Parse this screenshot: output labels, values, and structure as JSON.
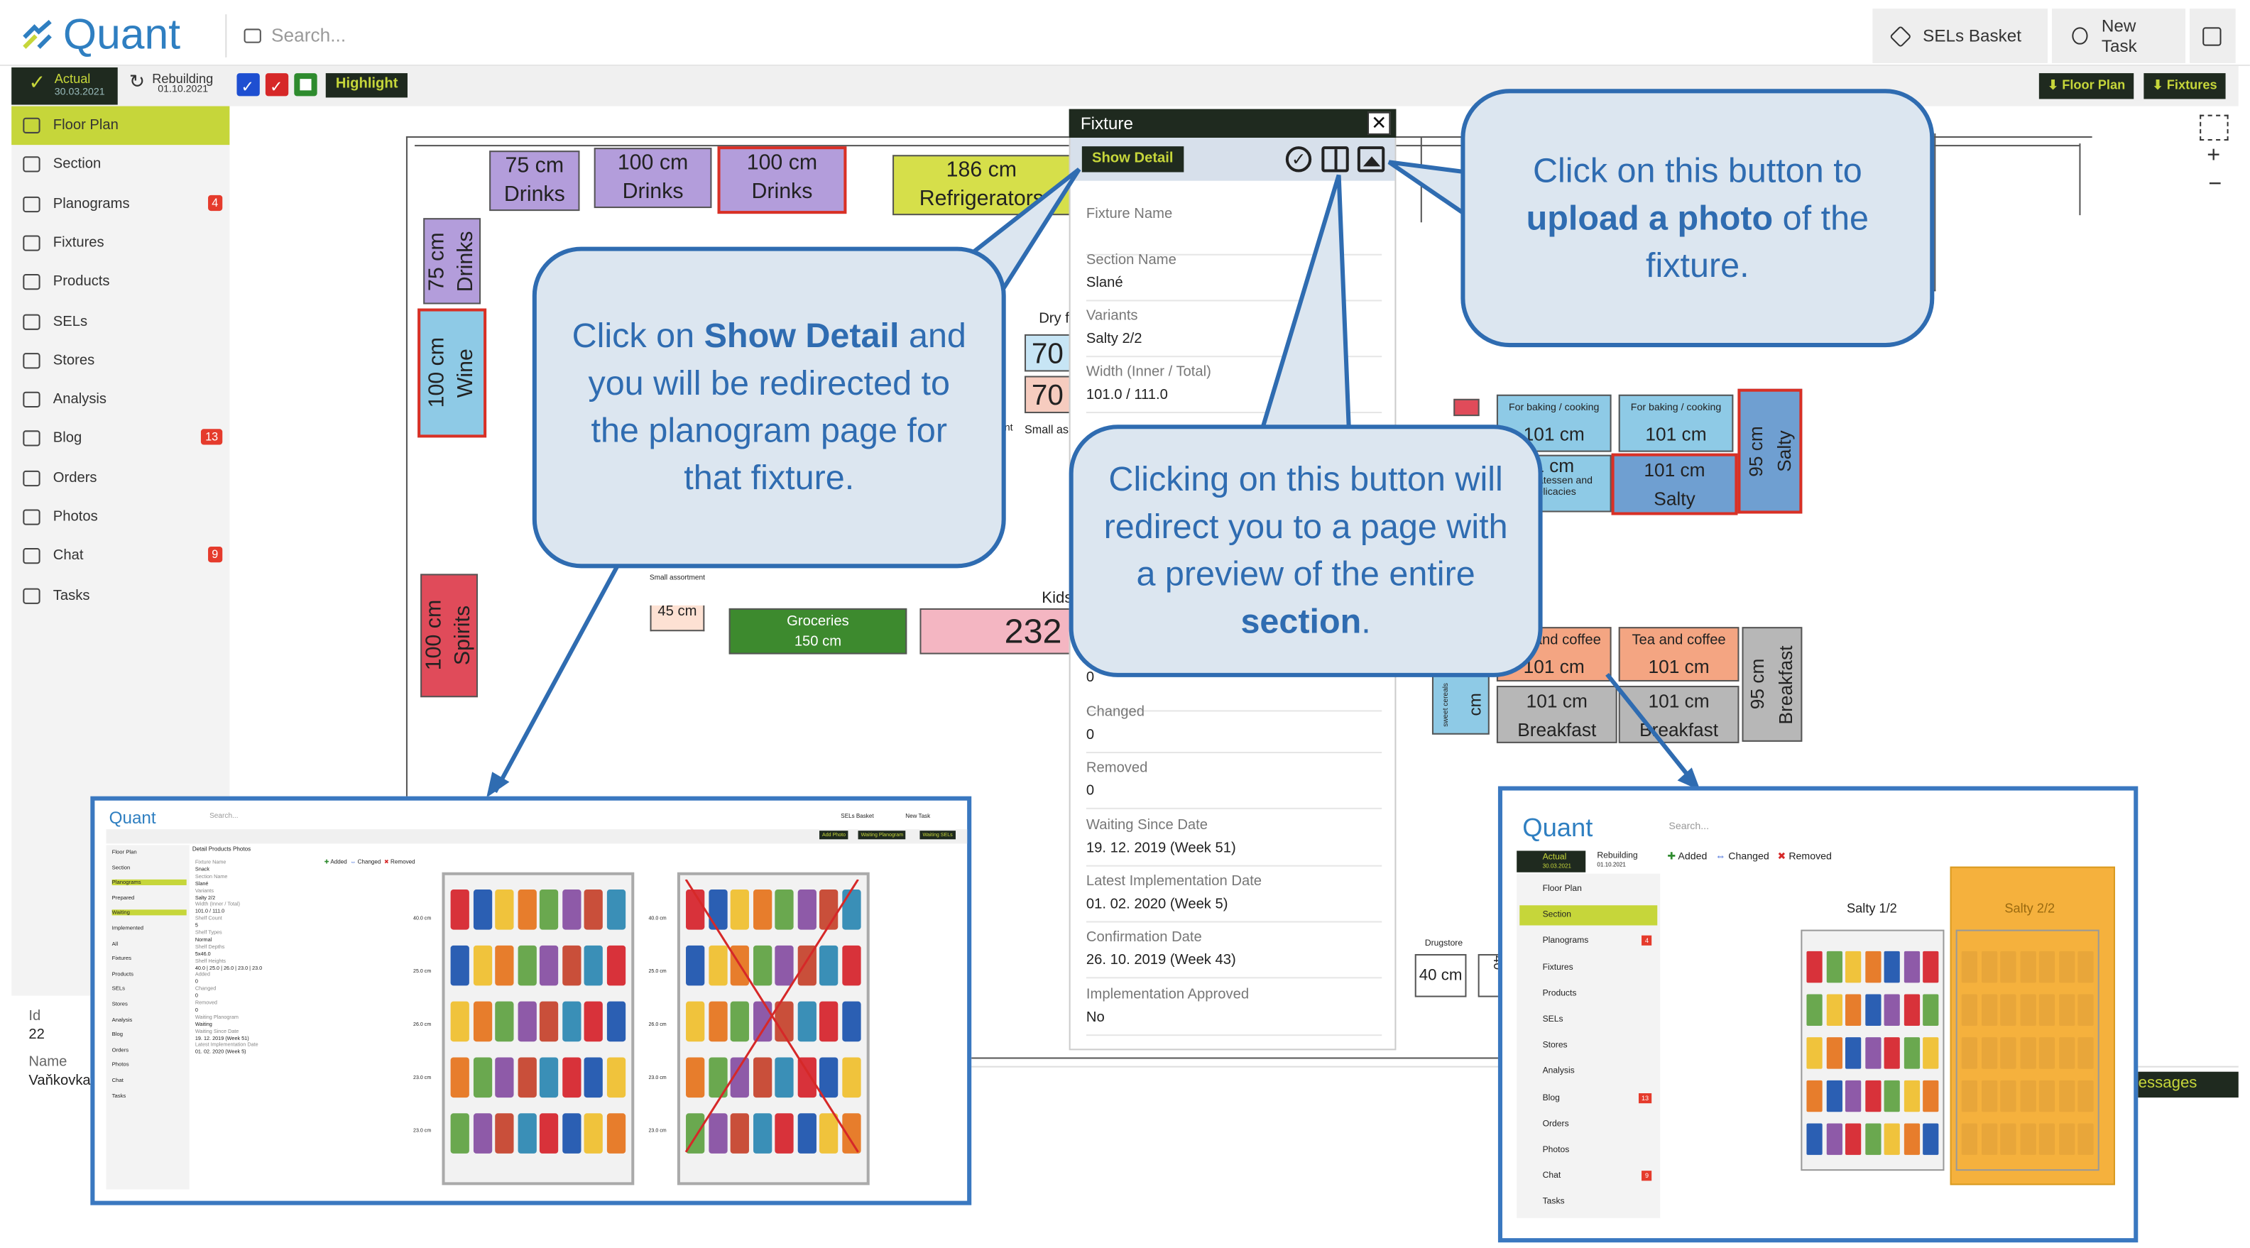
{
  "app": {
    "name": "Quant",
    "search_placeholder": "Search..."
  },
  "header": {
    "sels_basket": "SELs Basket",
    "new_task": "New Task"
  },
  "toolbar": {
    "actual_label": "Actual",
    "actual_date": "30.03.2021",
    "rebuilding_label": "Rebuilding",
    "rebuilding_date": "01.10.2021",
    "highlight": "Highlight",
    "floor_plan": "Floor Plan",
    "fixtures": "Fixtures"
  },
  "sidebar": {
    "items": [
      {
        "label": "Floor Plan",
        "icon": "expand-icon"
      },
      {
        "label": "Section",
        "icon": "grid-icon"
      },
      {
        "label": "Planograms",
        "icon": "planogram-icon",
        "badge": "4"
      },
      {
        "label": "Fixtures",
        "icon": "fixtures-icon"
      },
      {
        "label": "Products",
        "icon": "products-icon"
      },
      {
        "label": "SELs",
        "icon": "tag-icon"
      },
      {
        "label": "Stores",
        "icon": "store-icon"
      },
      {
        "label": "Analysis",
        "icon": "chart-icon"
      },
      {
        "label": "Blog",
        "icon": "edit-icon",
        "badge": "13"
      },
      {
        "label": "Orders",
        "icon": "orders-icon"
      },
      {
        "label": "Photos",
        "icon": "photo-icon"
      },
      {
        "label": "Chat",
        "icon": "chat-icon",
        "badge": "9"
      },
      {
        "label": "Tasks",
        "icon": "check-icon"
      }
    ],
    "info": {
      "id_label": "Id",
      "id_value": "22",
      "name_label": "Name",
      "name_value": "Vaňkovka"
    }
  },
  "floorplan": {
    "fixtures": [
      {
        "size": "75 cm",
        "label": "Drinks"
      },
      {
        "size": "100 cm",
        "label": "Drinks"
      },
      {
        "size": "100 cm",
        "label": "Drinks"
      },
      {
        "size": "186 cm",
        "label": "Refrigerators"
      },
      {
        "size": "75 cm",
        "label": "Drinks"
      },
      {
        "size": "100 cm",
        "label": "Wine"
      },
      {
        "size": "100 cm",
        "label": "Spirits"
      },
      {
        "size": "70",
        "label": ""
      },
      {
        "size": "70",
        "label": ""
      },
      {
        "size": "45 cm",
        "label": "Small assortment"
      },
      {
        "size": "150 cm",
        "label": "Groceries"
      },
      {
        "size": "232",
        "label": "Kids"
      },
      {
        "size": "101 cm",
        "label": "For baking / cooking"
      },
      {
        "size": "101 cm",
        "label": "For baking / cooking"
      },
      {
        "size": "1 cm",
        "label": "Delicatessen and delicacies"
      },
      {
        "size": "101 cm",
        "label": "Salty"
      },
      {
        "size": "95 cm",
        "label": "Salty"
      },
      {
        "size": "101 cm",
        "label": "Tea and coffee"
      },
      {
        "size": "101 cm",
        "label": "Tea and coffee"
      },
      {
        "size": "101 cm",
        "label": "Breakfast"
      },
      {
        "size": "101 cm",
        "label": "Breakfast"
      },
      {
        "size": "95 cm",
        "label": "Breakfast"
      },
      {
        "size": "40 cm",
        "label": "Drugstore"
      }
    ],
    "fragments": {
      "dry": "Dry f",
      "small_ass": "Small ass",
      "nt": "nt",
      "cm": "cm",
      "sweet": "sweet cereals",
      "r": "R",
      "forty": "40"
    }
  },
  "fixture_panel": {
    "title": "Fixture",
    "show_detail": "Show Detail",
    "fields": [
      {
        "label": "Fixture Name",
        "value": ""
      },
      {
        "label": "Section Name",
        "value": "Slané"
      },
      {
        "label": "Variants",
        "value": "Salty 2/2"
      },
      {
        "label": "Width (Inner / Total)",
        "value": "101.0 / 111.0"
      },
      {
        "label": "",
        "value": "0"
      },
      {
        "label": "Changed",
        "value": "0"
      },
      {
        "label": "Removed",
        "value": "0"
      },
      {
        "label": "Waiting Since Date",
        "value": "19. 12. 2019 (Week 51)"
      },
      {
        "label": "Latest Implementation Date",
        "value": "01. 02. 2020 (Week 5)"
      },
      {
        "label": "Confirmation Date",
        "value": "26. 10. 2019 (Week 43)"
      },
      {
        "label": "Implementation Approved",
        "value": "No"
      }
    ]
  },
  "callouts": {
    "show_detail": {
      "pre": "Click on ",
      "bold": "Show Detail",
      "post": " and you will be redirected to the planogram page for that fixture."
    },
    "upload": {
      "pre": "Click on this button to ",
      "bold": "upload a photo",
      "post": " of the fixture."
    },
    "section": {
      "pre": "Clicking on this button will redirect you to a page with a preview of the entire ",
      "bold": "section",
      "post": "."
    }
  },
  "messages": "Messages",
  "thumb_left": {
    "logo": "Quant",
    "search": "Search...",
    "sels": "SELs Basket",
    "task": "New Task",
    "tabs": [
      "Detail",
      "Products",
      "Photos"
    ],
    "buttons": [
      "Add Photo",
      "Waiting Planogram",
      "Waiting SELs"
    ],
    "legend": [
      "Added",
      "Changed",
      "Removed"
    ],
    "menu": [
      "Floor Plan",
      "Section",
      "Planograms",
      "Prepared",
      "Waiting",
      "Implemented",
      "All",
      "Fixtures",
      "Products",
      "SELs",
      "Stores",
      "Analysis",
      "Blog",
      "Orders",
      "Photos",
      "Chat",
      "Tasks"
    ],
    "details": [
      "Fixture Name",
      "Snack",
      "Section Name",
      "Slané",
      "Variants",
      "Salty 2/2",
      "Width (Inner / Total)",
      "101.0 / 111.0",
      "Shelf Count",
      "5",
      "Shelf Types",
      "Normal",
      "Shelf Depths",
      "5x46.0",
      "Shelf Heights",
      "40.0 | 25.0 | 26.0 | 23.0 | 23.0",
      "Added",
      "0",
      "Changed",
      "0",
      "Removed",
      "0",
      "Waiting Planogram",
      "Waiting",
      "Waiting Since Date",
      "19. 12. 2019 (Week 51)",
      "Latest Implementation Date",
      "01. 02. 2020 (Week 5)"
    ],
    "shelves": [
      "40.0 cm",
      "25.0 cm",
      "26.0 cm",
      "23.0 cm",
      "23.0 cm"
    ]
  },
  "thumb_right": {
    "logo": "Quant",
    "search": "Search...",
    "actual": "Actual",
    "actual_date": "30.03.2021",
    "rebuilding": "Rebuilding",
    "rebuilding_date": "01.10.2021",
    "legend": [
      "Added",
      "Changed",
      "Removed"
    ],
    "menu": [
      {
        "label": "Floor Plan"
      },
      {
        "label": "Section"
      },
      {
        "label": "Planograms",
        "badge": "4"
      },
      {
        "label": "Fixtures"
      },
      {
        "label": "Products"
      },
      {
        "label": "SELs"
      },
      {
        "label": "Stores"
      },
      {
        "label": "Analysis"
      },
      {
        "label": "Blog",
        "badge": "13"
      },
      {
        "label": "Orders"
      },
      {
        "label": "Photos"
      },
      {
        "label": "Chat",
        "badge": "9"
      },
      {
        "label": "Tasks"
      }
    ],
    "variant1": "Salty 1/2",
    "variant2": "Salty 2/2"
  },
  "colors": {
    "accent": "#c6d63a",
    "dark": "#1f2a1f",
    "callout_border": "#2f6cb1",
    "callout_bg": "#dce6f0",
    "purple": "#b39ddb",
    "lightblue": "#8ecae6",
    "blue": "#6f9fd1",
    "orange": "#f4a582",
    "gray": "#b7b7b7",
    "red": "#e04b5a",
    "green": "#3d8a2e"
  }
}
